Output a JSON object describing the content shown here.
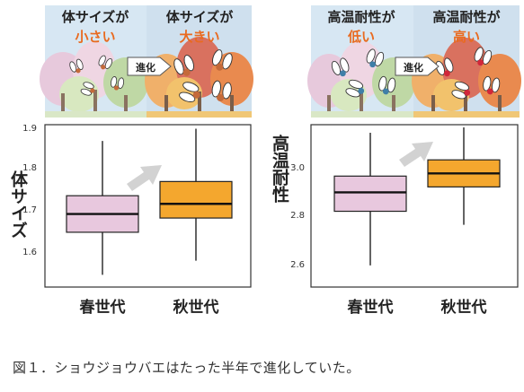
{
  "chart_data": [
    {
      "type": "boxplot",
      "ylabel": "体サイズ",
      "ylim": [
        1.5,
        1.9
      ],
      "yticks": [
        "1.6",
        "1.7",
        "1.8",
        "1.9"
      ],
      "categories": [
        "春世代",
        "秋世代"
      ],
      "boxes": [
        {
          "min": 1.53,
          "q1": 1.635,
          "median": 1.68,
          "q3": 1.725,
          "max": 1.86,
          "color": "#e8c8de"
        },
        {
          "min": 1.565,
          "q1": 1.67,
          "median": 1.705,
          "q3": 1.76,
          "max": 1.89,
          "color": "#f4a72e"
        }
      ],
      "grid": false
    },
    {
      "type": "boxplot",
      "ylabel": "高温耐性",
      "ylim": [
        2.57,
        3.17
      ],
      "yticks": [
        "2.6",
        "2.8",
        "3.0"
      ],
      "categories": [
        "春世代",
        "秋世代"
      ],
      "boxes": [
        {
          "min": 2.65,
          "q1": 2.85,
          "median": 2.92,
          "q3": 2.98,
          "max": 3.14,
          "color": "#e8c8de"
        },
        {
          "min": 2.8,
          "q1": 2.94,
          "median": 2.99,
          "q3": 3.04,
          "max": 3.16,
          "color": "#f4a72e"
        }
      ],
      "grid": false
    }
  ],
  "illustrations": {
    "left": {
      "before_title": "体サイズが",
      "before_value": "小さい",
      "after_title": "体サイズが",
      "after_value": "大きい",
      "arrow_label": "進化"
    },
    "right": {
      "before_title": "高温耐性が",
      "before_value": "低い",
      "after_title": "高温耐性が",
      "after_value": "高い",
      "arrow_label": "進化"
    }
  },
  "colors": {
    "spring_box": "#e8c8de",
    "autumn_box": "#f4a72e",
    "highlight_text": "#e96a1f",
    "trend_arrow": "#cfcfcf"
  },
  "caption": "図１．ショウジョウバエはたった半年で進化していた。"
}
